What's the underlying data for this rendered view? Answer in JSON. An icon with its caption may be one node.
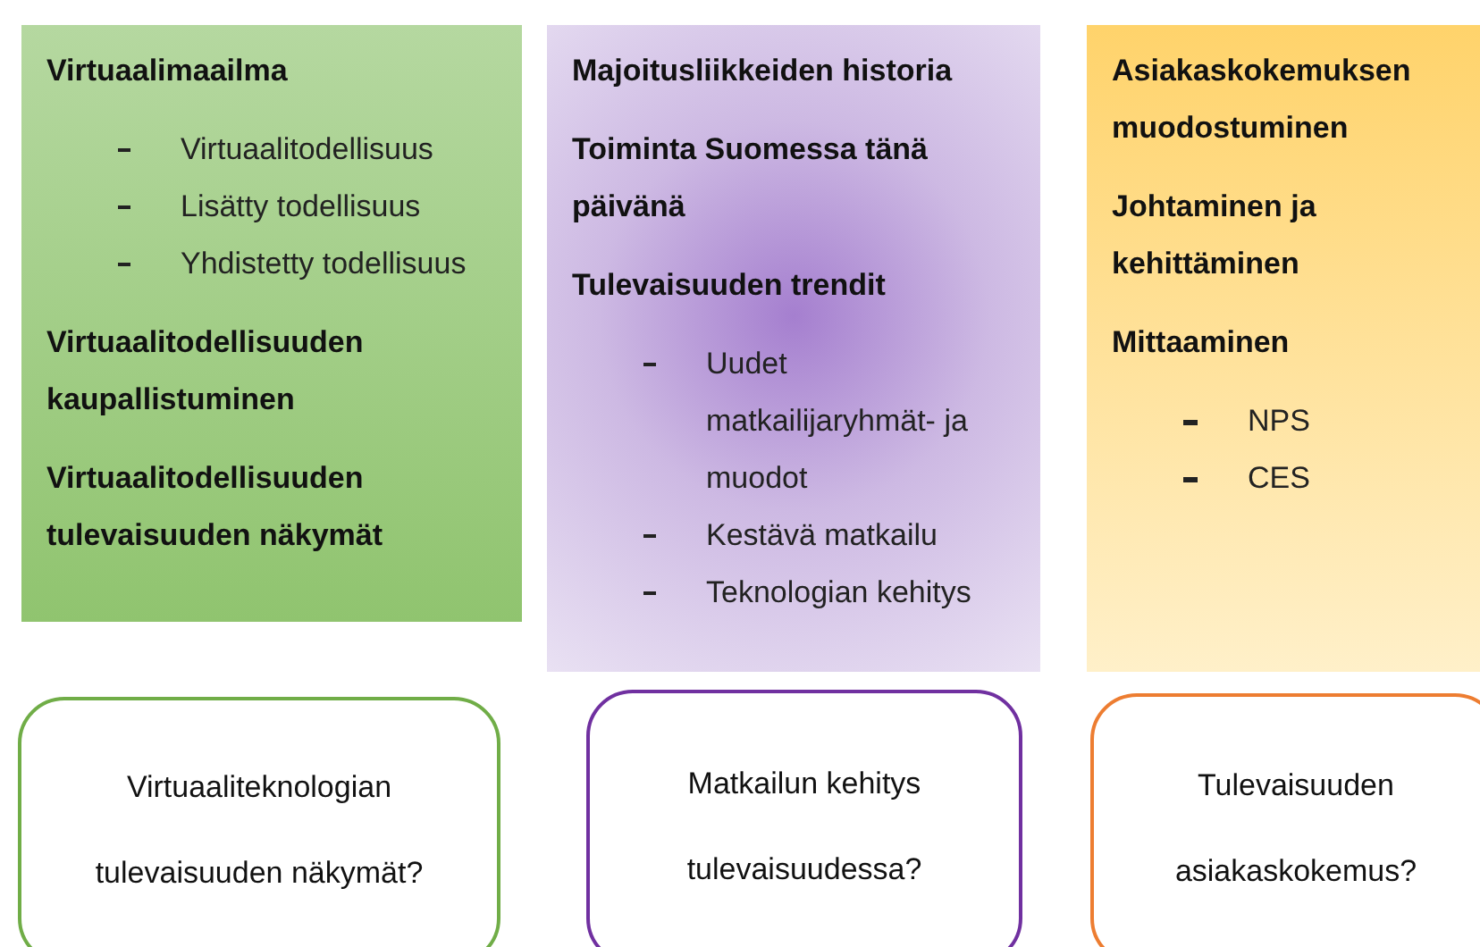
{
  "diagram": {
    "nodes": [
      {
        "text": [
          "Virtuaalimaailma",
          "Virtuaalitodellisuus",
          "Lisätty todellisuus",
          "Yhdistetty todellisuus",
          "Virtuaalitodellisuuden kaupallistuminen",
          "Virtuaalitodellisuuden tulevaisuuden näkymät"
        ]
      },
      {
        "text": [
          "Majoitusliikkeiden historia",
          "Toiminta Suomessa tänä päivänä",
          "Tulevaisuuden trendit",
          "Uudet matkailijaryhmät- ja muodot",
          "Kestävä matkailu",
          "Teknologian kehitys"
        ]
      },
      {
        "text": [
          "Asiakaskokemuksen muodostuminen",
          "Johtaminen ja kehittäminen",
          "Mittaaminen",
          "NPS",
          "CES"
        ]
      },
      {
        "text": [
          "Virtuaaliteknologian tulevaisuuden näkymät?"
        ]
      },
      {
        "text": [
          "Matkailun kehitys tulevaisuudessa?"
        ]
      },
      {
        "text": [
          "Tulevaisuuden asiakaskokemus?"
        ]
      }
    ],
    "edges": []
  }
}
